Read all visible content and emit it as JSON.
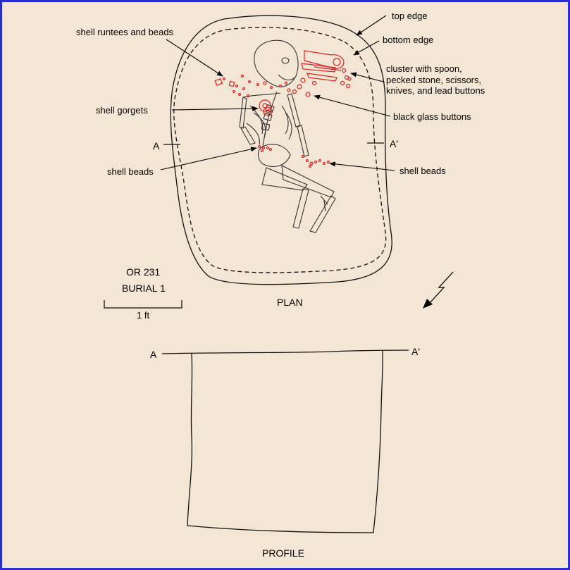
{
  "site": {
    "id": "OR 231",
    "burial": "BURIAL 1"
  },
  "scale": {
    "label": "1 ft"
  },
  "views": {
    "plan": "PLAN",
    "profile": "PROFILE"
  },
  "section": {
    "left": "A",
    "right": "A'"
  },
  "labels": {
    "top_edge": "top edge",
    "bottom_edge": "bottom edge",
    "runtees": "shell runtees and beads",
    "gorgets": "shell gorgets",
    "beads_left": "shell beads",
    "beads_right": "shell beads",
    "glass_buttons": "black glass buttons",
    "cluster_line1": "cluster with spoon,",
    "cluster_line2": "pecked stone, scissors,",
    "cluster_line3": "knives, and lead buttons"
  },
  "colors": {
    "artifact": "#e02020",
    "background": "#f3e6d4",
    "border": "#2b2bd6"
  },
  "icons": {
    "north_arrow": "lightning-north-arrow-icon"
  }
}
